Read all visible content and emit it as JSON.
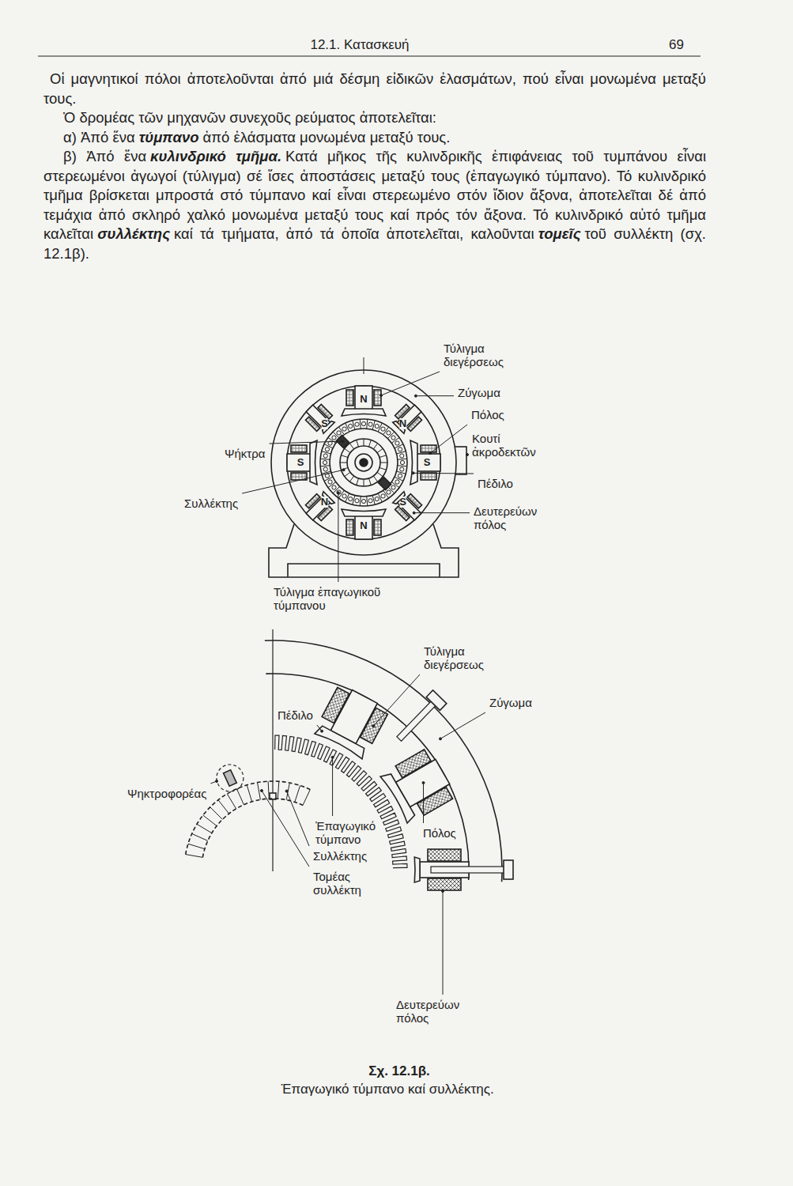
{
  "diagram": {
    "title": "12.1. Κατασκευή",
    "caption": "Σχ. 12.1β.",
    "labels": [
      "69",
      "Οἱ μαγνητικοί πόλοι ἀποτελοῦνται ἀπό μιά δέσμη εἰδικῶν ἐλασμάτων, πού εἶναι μονωμένα μεταξύ τους.",
      "Ὁ δρομέας τῶν μηχανῶν συνεχοῦς ρεύματος ἀποτελεῖται:",
      "α) Ἀπό ἕνα",
      "τύμπανο",
      "ἀπό ἐλάσματα μονωμένα μεταξύ τους.",
      "β) Ἀπό ἕνα",
      "κυλινδρικό τμῆμα.",
      "Κατά μῆκος τῆς κυλινδρικῆς ἐπιφάνειας τοῦ τυμπάνου εἶναι στερεωμένοι ἀγωγοί (τύλιγμα) σέ ἴσες ἀποστάσεις μεταξύ τους (ἐπαγωγικό τύμπανο). Τό κυλινδρικό τμῆμα βρίσκεται μπροστά στό τύμπανο καί εἶναι στερεωμένο στόν ἴδιον ἄξονα, ἀποτελεῖται δέ ἀπό τεμάχια ἀπό σκληρό χαλκό μονωμένα μεταξύ τους καί πρός τόν ἄξονα. Τό κυλινδρικό αὐτό τμῆμα καλεῖται",
      "συλλέκτης",
      "καί τά τμήματα, ἀπό τά ὁποῖα ἀποτελεῖται, καλοῦνται",
      "τομεῖς",
      "τοῦ συλλέκτη (σχ. 12.1β).",
      "Τύλιγμα διεγέρσεως",
      "Ζύγωμα",
      "Πόλος",
      "Κουτί ἀκροδεκτῶν",
      "Πέδιλο",
      "Δευτερεύων πόλος",
      "Ψήκτρα",
      "Συλλέκτης",
      "Τύλιγμα ἐπαγωγικοῦ τύμπανου",
      "N",
      "S",
      "N",
      "S",
      "S",
      "N",
      "S",
      "N",
      "Τύλιγμα διεγέρσεως",
      "Ζύγωμα",
      "Πέδιλο",
      "Ψηκτροφορέας",
      "Πόλος",
      "Ἐπαγωγικό τύμπανο",
      "Συλλέκτης",
      "Τομέας συλλέκτη",
      "Δευτερεύων πόλος",
      "Ἐπαγωγικό τύμπανο καί συλλέκτης."
    ]
  }
}
